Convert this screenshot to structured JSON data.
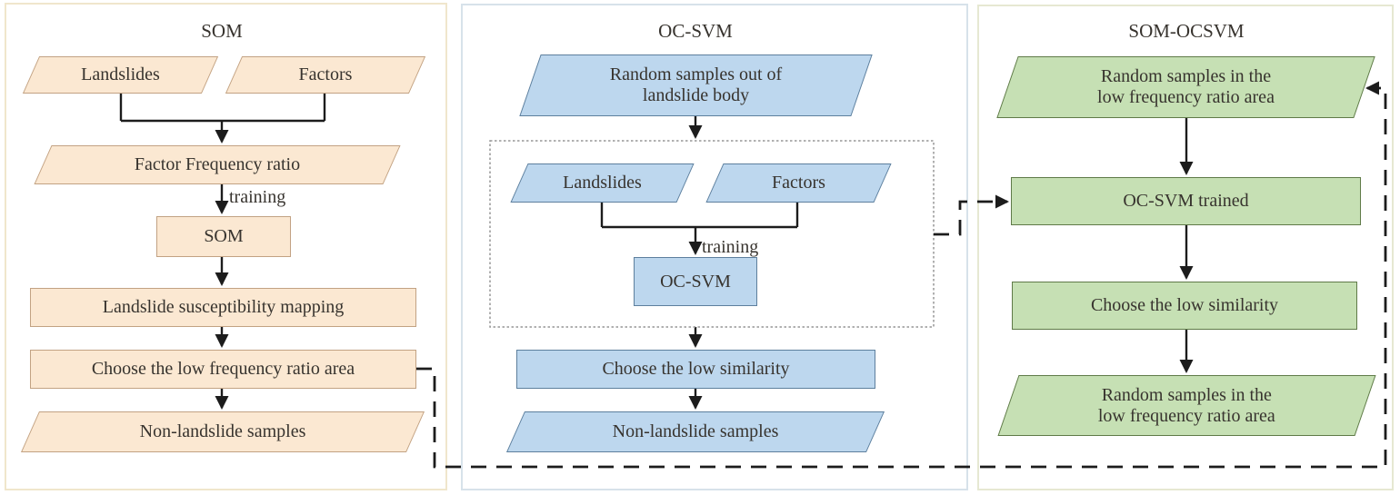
{
  "panels": {
    "som": {
      "title": "SOM",
      "landslides": "Landslides",
      "factors": "Factors",
      "factor_frequency_ratio": "Factor Frequency ratio",
      "training": "training",
      "som_box": "SOM",
      "mapping": "Landslide susceptibility mapping",
      "choose": "Choose the low frequency ratio area",
      "non_landslide": "Non-landslide samples"
    },
    "ocsvm": {
      "title": "OC-SVM",
      "random_line1": "Random samples out of",
      "random_line2": "landslide body",
      "landslides": "Landslides",
      "factors": "Factors",
      "training": "training",
      "ocsvm_box": "OC-SVM",
      "choose": "Choose the low similarity",
      "non_landslide": "Non-landslide samples"
    },
    "som_ocsvm": {
      "title": "SOM-OCSVM",
      "random_top_line1": "Random samples in the",
      "random_top_line2": "low frequency ratio area",
      "trained": "OC-SVM trained",
      "choose": "Choose the low similarity",
      "random_bottom_line1": "Random samples in the",
      "random_bottom_line2": "low frequency ratio area"
    }
  },
  "colors": {
    "som_fill": "#fbe8d2",
    "som_border": "#c2a283",
    "ocsvm_fill": "#bdd7ee",
    "ocsvm_border": "#5d7f9d",
    "som_ocsvm_fill": "#c6e0b4",
    "som_ocsvm_border": "#5f7a48",
    "panel_som_border": "#f0e6cc",
    "panel_ocsvm_border": "#d7e2ea",
    "panel_som_ocsvm_border": "#e6e8d2",
    "connector": "#1c1c1c",
    "dotted_box": "#969696",
    "text": "#37332e",
    "background": "#ffffff"
  }
}
